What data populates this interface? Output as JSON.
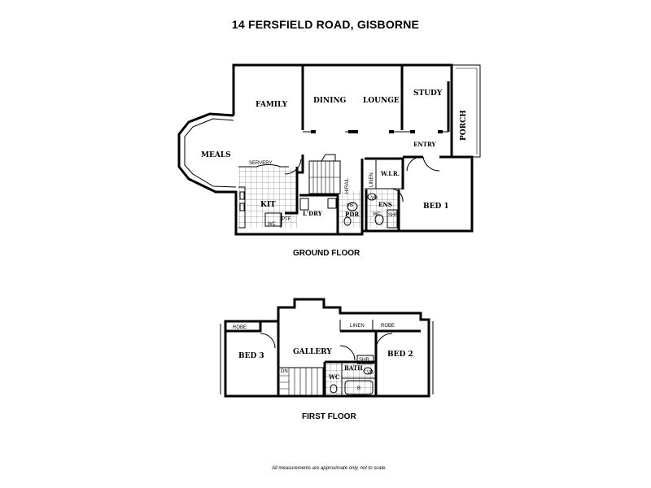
{
  "title": "14 FERSFIELD ROAD, GISBORNE",
  "ground_floor": {
    "label": "GROUND FLOOR",
    "rooms": {
      "family": "FAMILY",
      "dining": "DINING",
      "lounge": "LOUNGE",
      "study": "STUDY",
      "porch": "PORCH",
      "meals": "MEALS",
      "entry": "ENTRY",
      "servery": "SERVERY",
      "kit": "KIT",
      "ptf": "PTF",
      "wc_left": "WC",
      "ldry": "L'DRY",
      "pdr": "PDR",
      "vb_pdr": "VB",
      "linen": "LINEN",
      "h_rail": "H/RAIL",
      "wir": "W.I.R.",
      "ens": "ENS",
      "vb_ens": "VB",
      "wc_ens": "WC",
      "shr_ens": "SHR",
      "bed1": "BED 1"
    }
  },
  "first_floor": {
    "label": "FIRST FLOOR",
    "rooms": {
      "robe_left": "ROBE",
      "bed3": "BED 3",
      "gallery": "GALLERY",
      "linen": "LINEN",
      "robe_right": "ROBE",
      "bed2": "BED 2",
      "dn": "DN",
      "shr": "SHR",
      "bath": "BATH",
      "vb": "VB",
      "wc": "WC",
      "b": "B"
    }
  },
  "disclaimer": "All measurements are approximate only, not to scale."
}
